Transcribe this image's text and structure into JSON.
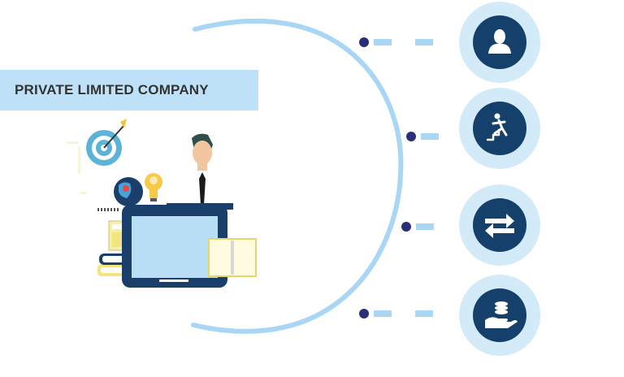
{
  "title": "PRIVATE LIMITED COMPANY",
  "colors": {
    "arc": "#a9d6f5",
    "dot": "#2b2f7a",
    "dash": "#a9d6f5",
    "badge_outer": "#d3eaf9",
    "badge_inner": "#14406b",
    "icon": "#ffffff",
    "title_bg": "#bfe1f7",
    "title_text": "#333333"
  },
  "branches": [
    {
      "icon": "person-icon"
    },
    {
      "icon": "falling-stairs-icon"
    },
    {
      "icon": "transfer-arrows-icon"
    },
    {
      "icon": "money-hand-icon"
    }
  ],
  "illustration": {
    "elements": [
      "target-icon",
      "lightbulb-icon",
      "globe-icon",
      "businessman",
      "laptop",
      "books",
      "calculator",
      "notebook"
    ]
  }
}
